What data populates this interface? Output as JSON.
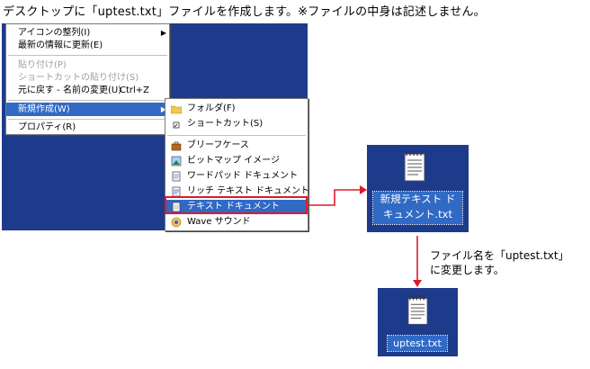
{
  "heading": "デスクトップに「uptest.txt」ファイルを作成します。※ファイルの中身は記述しません。",
  "context_menu": {
    "items": [
      {
        "label": "アイコンの整列(I)",
        "submenu": true
      },
      {
        "label": "最新の情報に更新(E)"
      },
      {
        "label": "貼り付け(P)",
        "disabled": true
      },
      {
        "label": "ショートカットの貼り付け(S)",
        "disabled": true
      },
      {
        "label": "元に戻す - 名前の変更(U)",
        "shortcut": "Ctrl+Z"
      },
      {
        "label": "新規作成(W)",
        "submenu": true,
        "highlighted": true
      },
      {
        "label": "プロパティ(R)"
      }
    ]
  },
  "new_submenu": {
    "items": [
      {
        "label": "フォルダ(F)",
        "icon": "folder-icon"
      },
      {
        "label": "ショートカット(S)",
        "icon": "shortcut-icon"
      },
      {
        "label": "ブリーフケース",
        "icon": "briefcase-icon"
      },
      {
        "label": "ビットマップ イメージ",
        "icon": "bitmap-icon"
      },
      {
        "label": "ワードパッド ドキュメント",
        "icon": "wordpad-icon"
      },
      {
        "label": "リッチ テキスト ドキュメント",
        "icon": "richtext-icon"
      },
      {
        "label": "テキスト ドキュメント",
        "icon": "textdoc-icon",
        "highlighted": true
      },
      {
        "label": "Wave サウンド",
        "icon": "wave-sound-icon"
      }
    ]
  },
  "new_file_icon": {
    "name_line1": "新規テキスト ド",
    "name_line2": "キュメント.txt"
  },
  "rename_note": {
    "line1": "ファイル名を「uptest.txt」",
    "line2": "に変更します。"
  },
  "renamed_icon": {
    "name": "uptest.txt"
  },
  "colors": {
    "desktop": "#1E3A8A",
    "highlight": "#316AC5",
    "annotation_red": "#E0192A"
  }
}
